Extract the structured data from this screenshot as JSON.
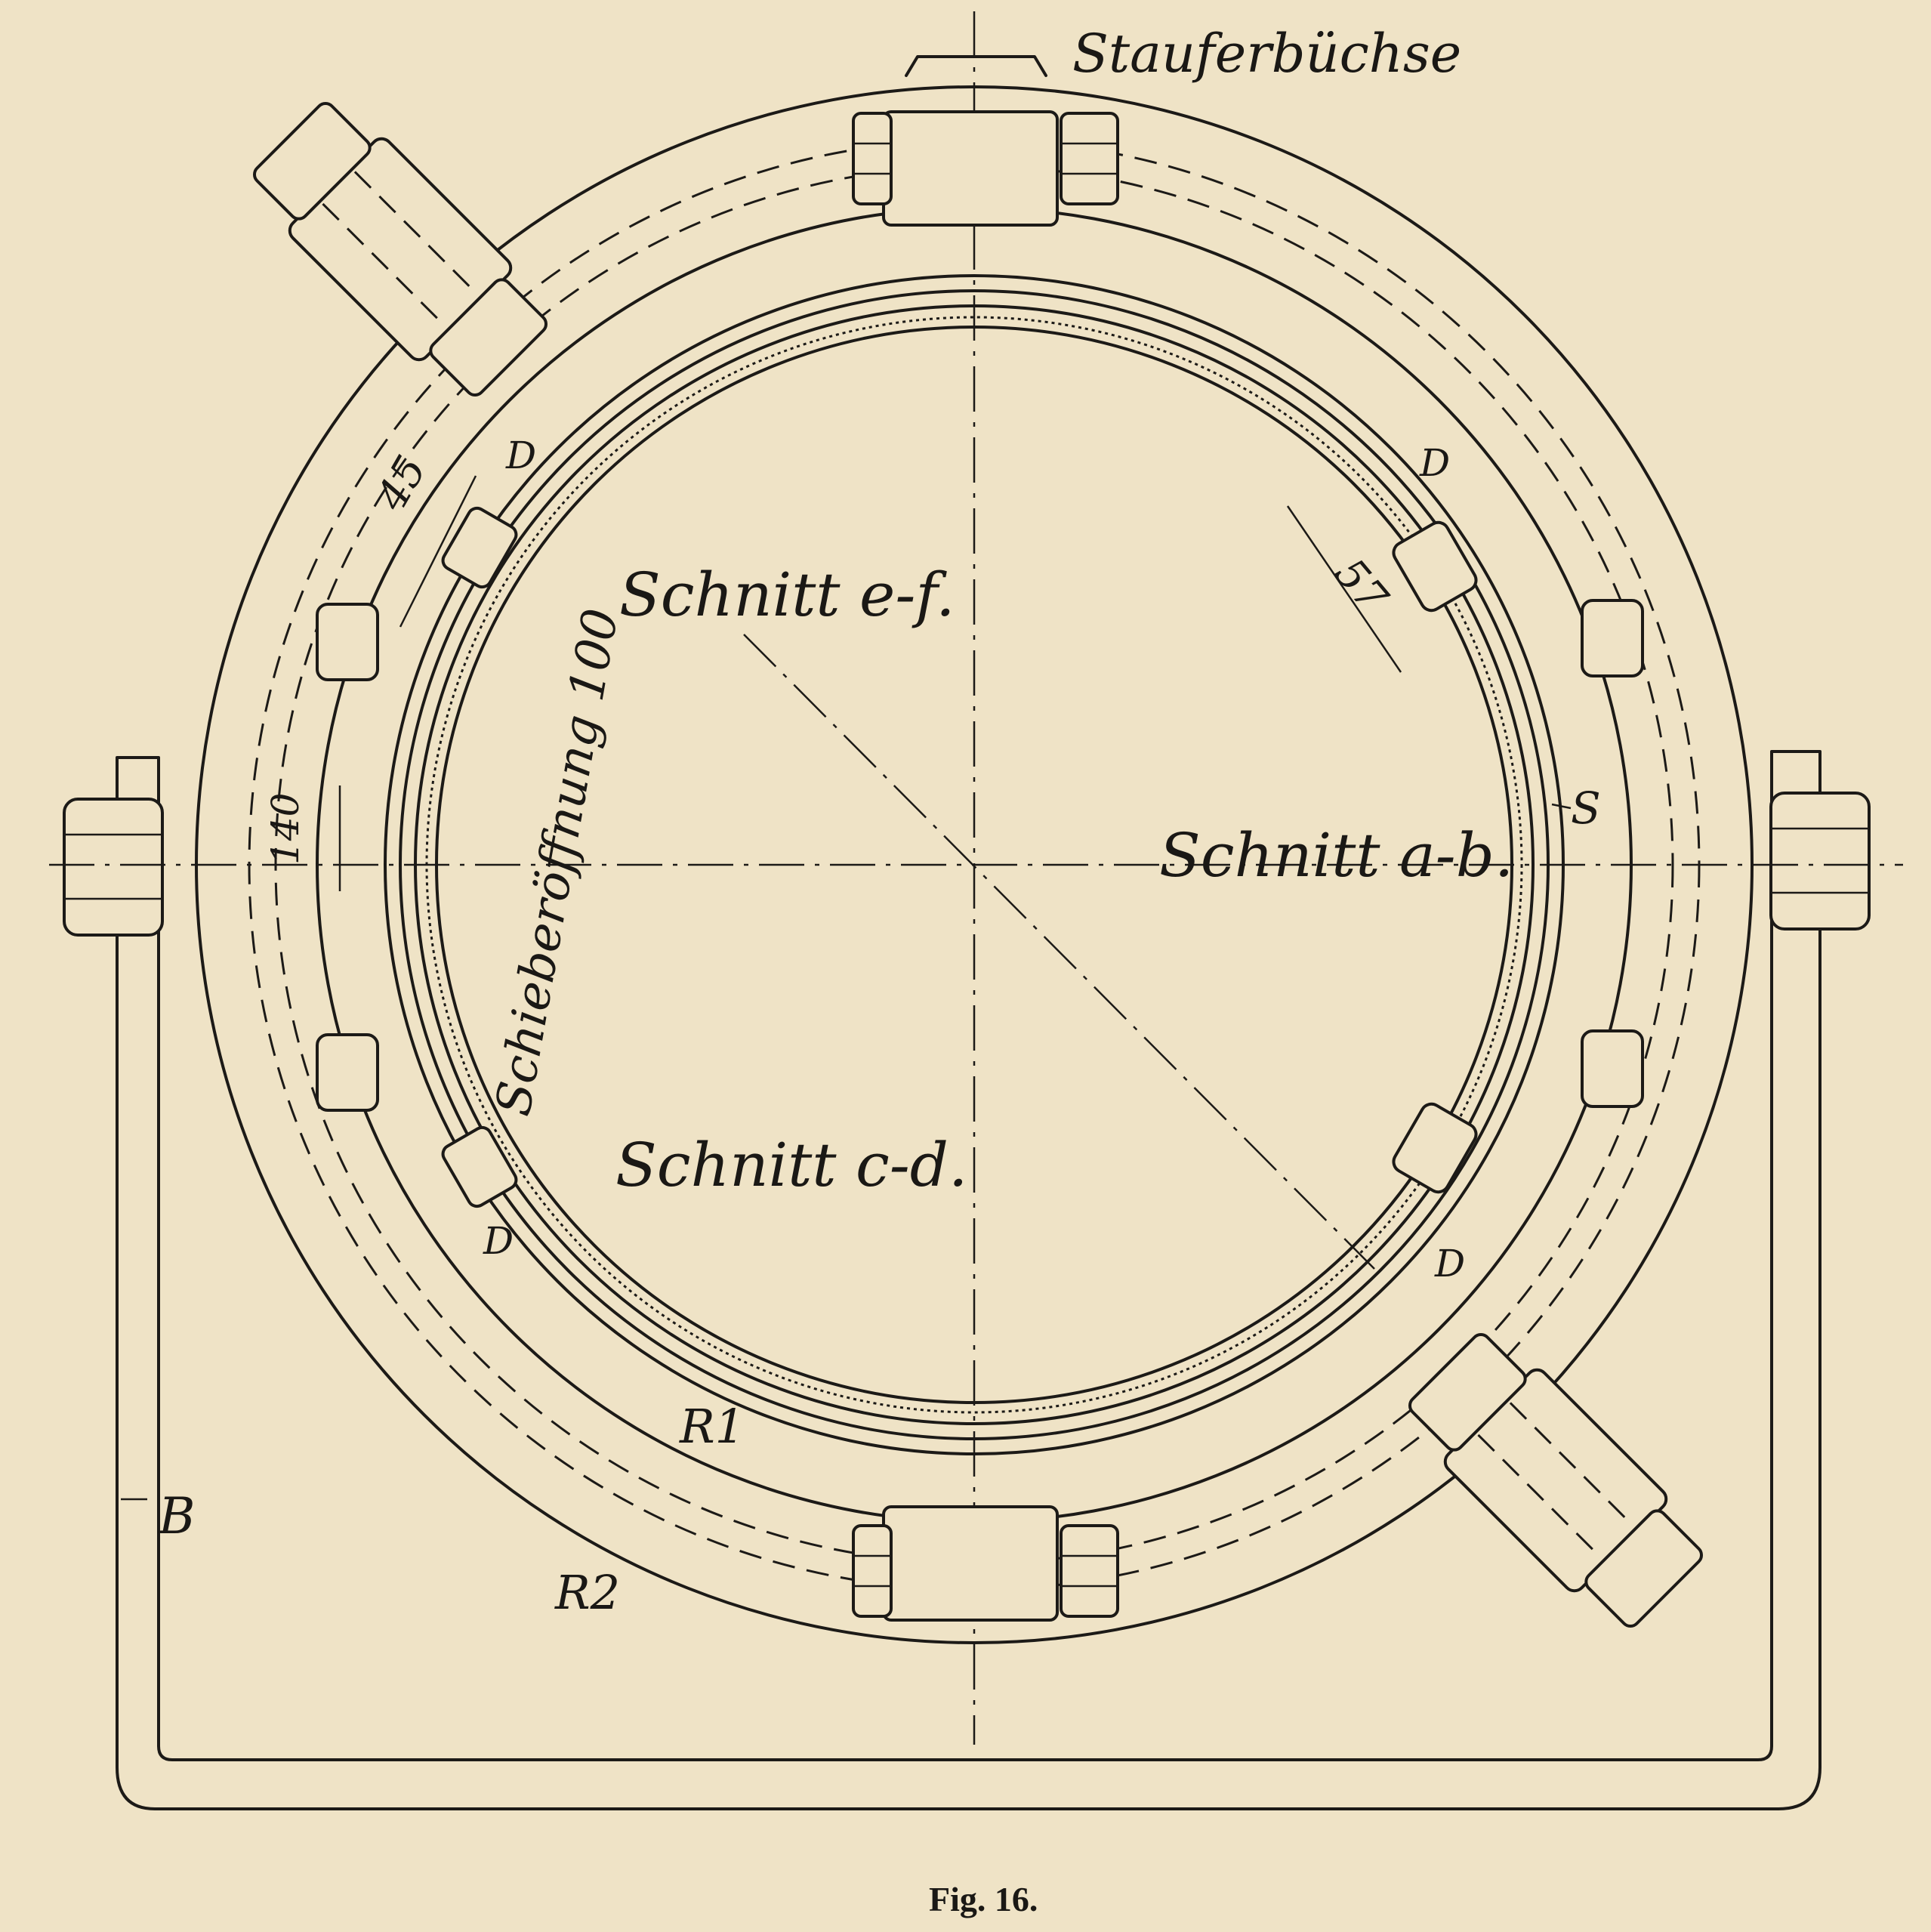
{
  "labels": {
    "grease_cup": "Stauferbüchse",
    "section_ef": "Schnitt e-f.",
    "section_ab": "Schnitt a-b.",
    "section_cd": "Schnitt c-d.",
    "slide_opening": "Schieberöffnung 100",
    "dim_45": "45",
    "dim_57": "57",
    "dim_140": "140",
    "letter_s": "S",
    "letter_b": "B",
    "d_upper_left": "D",
    "d_upper_right": "D",
    "d_lower_left": "D",
    "d_lower_right": "D",
    "r1": "R1",
    "r2": "R2"
  },
  "caption": "Fig. 16."
}
